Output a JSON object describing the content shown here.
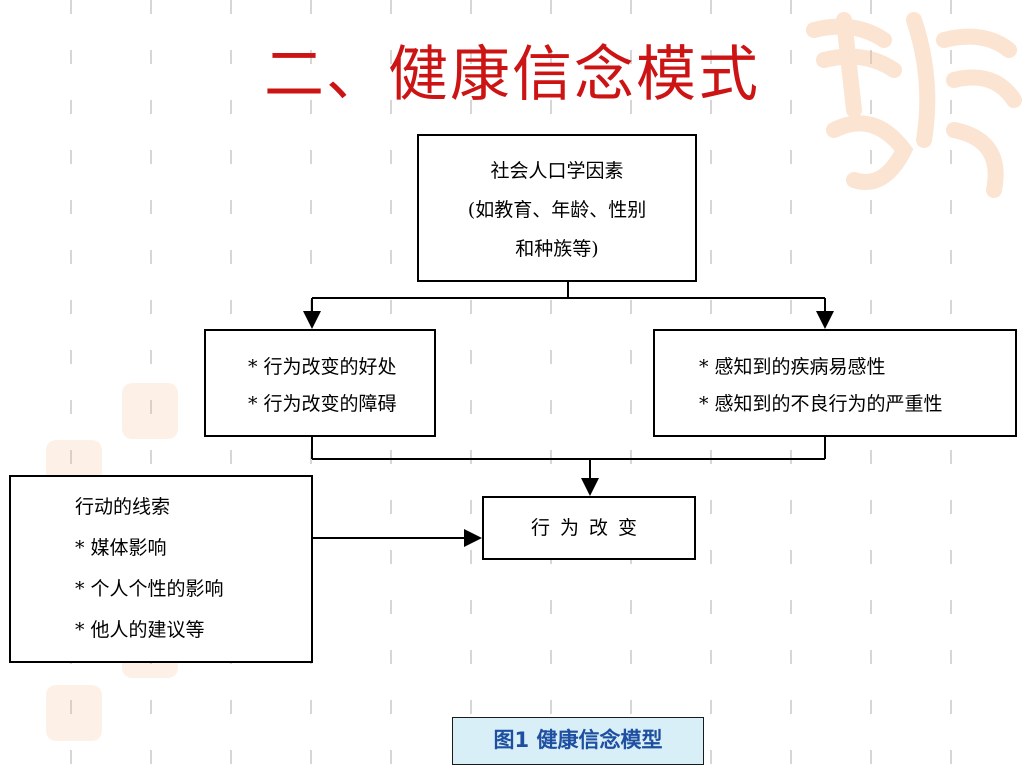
{
  "title": "二、健康信念模式",
  "demographic": {
    "line1": "社会人口学因素",
    "line2": "(如教育、年龄、性别",
    "line3": "和种族等)"
  },
  "perceived_benefits_barriers": {
    "item1": "* 行为改变的好处",
    "item2": "* 行为改变的障碍"
  },
  "perceived_threat": {
    "item1": "* 感知到的疾病易感性",
    "item2": "* 感知到的不良行为的严重性"
  },
  "cues_to_action": {
    "heading": "行动的线索",
    "item1": "* 媒体影响",
    "item2": "* 个人个性的影响",
    "item3": "* 他人的建议等"
  },
  "behavior_change": {
    "label": "行为改变"
  },
  "caption": "图1 健康信念模型",
  "colors": {
    "title": "#cc1414",
    "caption_text": "#1e4fa0",
    "caption_bg": "#d9eff8"
  }
}
